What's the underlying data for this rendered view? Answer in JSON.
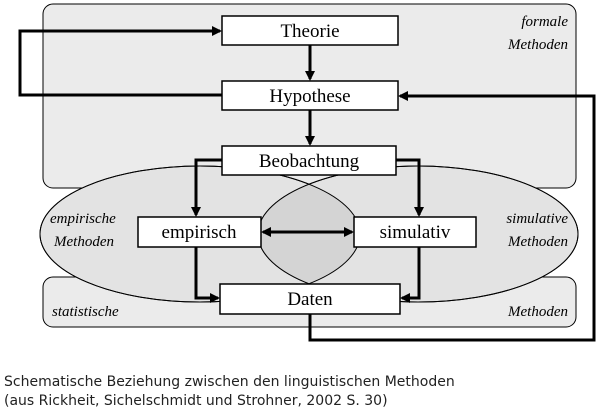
{
  "diagram": {
    "nodes": {
      "theorie": "Theorie",
      "hypothese": "Hypothese",
      "beobachtung": "Beobachtung",
      "empirisch": "empirisch",
      "simulativ": "simulativ",
      "daten": "Daten"
    },
    "regions": {
      "formale": [
        "formale",
        "Methoden"
      ],
      "empirische": [
        "empirische",
        "Methoden"
      ],
      "simulative": [
        "simulative",
        "Methoden"
      ],
      "statistische_left": "statistische",
      "statistische_right": "Methoden"
    }
  },
  "caption": {
    "line1": "Schematische Beziehung zwischen den linguistischen Methoden",
    "line2": "(aus Rickheit, Sichelschmidt und Strohner, 2002 S. 30)"
  },
  "colors": {
    "panel_fill": "#ebebeb",
    "ellipse_fill": "#e3e3e3",
    "overlap_fill": "#d4d4d4",
    "stroke": "#000000"
  }
}
